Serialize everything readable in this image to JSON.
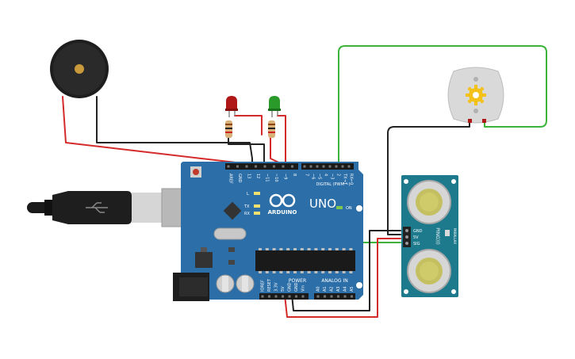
{
  "board": {
    "brand": "ARDUINO",
    "model": "UNO",
    "digital_label": "DIGITAL (PWM ~)",
    "power_label": "POWER",
    "analog_label": "ANALOG IN",
    "on_label": "ON",
    "led_l": "L",
    "led_tx": "TX",
    "led_rx": "RX",
    "top_pins": [
      "AREF",
      "GND",
      "13",
      "12",
      "~11",
      "~10",
      "~9",
      "8",
      "7",
      "~6",
      "~5",
      "4",
      "~3",
      "2",
      "TX→1",
      "RX←0"
    ],
    "power_pins": [
      "IOREF",
      "RESET",
      "3.3V",
      "5V",
      "GND",
      "GND",
      "Vin"
    ],
    "analog_pins": [
      "A0",
      "A1",
      "A2",
      "A3",
      "A4",
      "A5"
    ]
  },
  "sensor": {
    "pin_gnd": "GND",
    "pin_5v": "5V",
    "pin_sig": "SIG",
    "label": "PING)))",
    "side_text": "PARALLAX"
  },
  "colors": {
    "board": "#2b6ea8",
    "sensor": "#1d7a8c",
    "wire_red": "#d42a2a",
    "wire_black": "#222222",
    "wire_green": "#3cb43c",
    "led_red": "#b01818",
    "led_green": "#2a9a2a",
    "motor_gear": "#f2c21a"
  },
  "icons": {
    "buzzer": "piezo-buzzer-icon",
    "motor": "dc-motor-icon",
    "usb": "usb-cable-icon",
    "logo": "arduino-infinity-logo-icon"
  }
}
